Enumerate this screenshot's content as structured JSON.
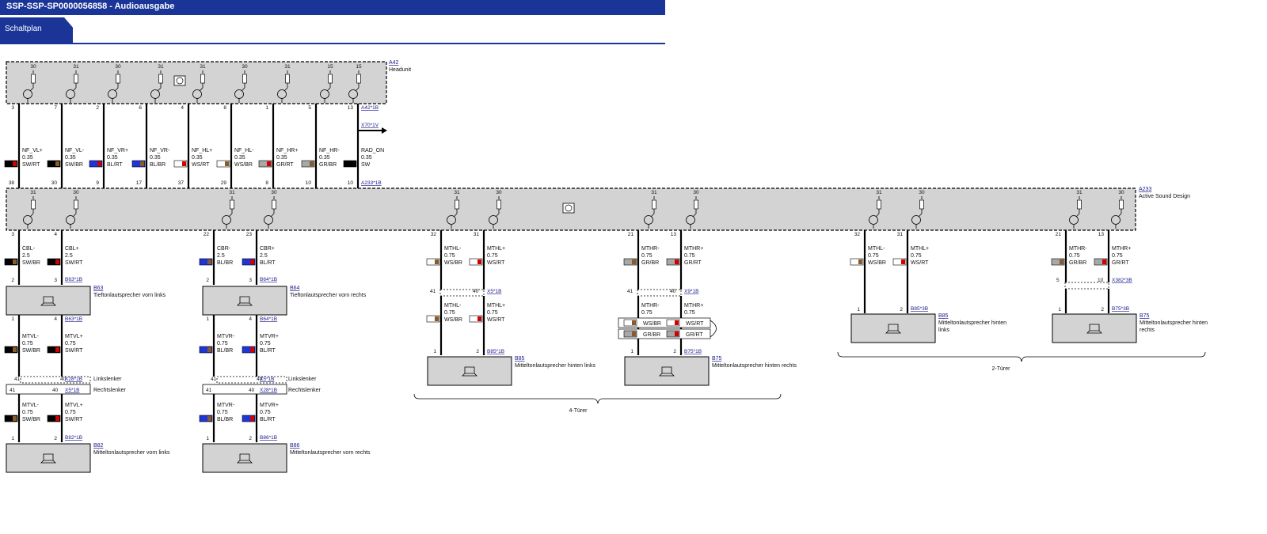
{
  "window": {
    "title": "SSP-SSP-SP0000056858  -  Audioausgabe",
    "tab": "Schaltplan"
  },
  "colors": {
    "brand": "#1a3597",
    "box_fill": "#d3d3d3",
    "link": "#1a1a8c"
  },
  "headunit": {
    "id": "A42",
    "name": "Headunit",
    "pin_numbers": [
      "30",
      "31",
      "30",
      "31",
      "31",
      "30",
      "31",
      "15"
    ],
    "wire_top_pins": [
      "3",
      "7",
      "2",
      "6",
      "4",
      "8",
      "1",
      "5",
      "13"
    ],
    "connector": "A42*1B",
    "arrow_connector": "X70*1V"
  },
  "headunit_wires": [
    {
      "signal": "NF_VL+",
      "size": "0.35",
      "color": "SW/RT",
      "bottom_pin": "38"
    },
    {
      "signal": "NF_VL-",
      "size": "0.35",
      "color": "SW/BR",
      "bottom_pin": "30"
    },
    {
      "signal": "NF_VR+",
      "size": "0.35",
      "color": "BL/RT",
      "bottom_pin": "9"
    },
    {
      "signal": "NF_VR-",
      "size": "0.35",
      "color": "BL/BR",
      "bottom_pin": "17"
    },
    {
      "signal": "NF_HL+",
      "size": "0.35",
      "color": "WS/RT",
      "bottom_pin": "37"
    },
    {
      "signal": "NF_HL-",
      "size": "0.35",
      "color": "WS/BR",
      "bottom_pin": "29"
    },
    {
      "signal": "NF_HR+",
      "size": "0.35",
      "color": "GR/RT",
      "bottom_pin": "8"
    },
    {
      "signal": "NF_HR-",
      "size": "0.35",
      "color": "GR/BR",
      "bottom_pin": "10"
    },
    {
      "signal": "RAD_ON",
      "size": "0.35",
      "color": "SW",
      "bottom_pin": "10"
    }
  ],
  "asd": {
    "id": "A233",
    "name": "Active Sound Design",
    "top_connector": "A233*1B",
    "bottom_connector": "A233*1B",
    "pin_numbers": [
      "31",
      "30",
      "31",
      "30",
      "31",
      "30",
      "31",
      "30",
      "31",
      "30",
      "31",
      "30"
    ]
  },
  "groups": {
    "four_door": "4-Türer",
    "two_door": "2-Türer"
  },
  "labels": {
    "linkslenker": "Linkslenker",
    "rechtslenker": "Rechtslenker"
  },
  "columns": [
    {
      "asd_pins": [
        "3",
        "4"
      ],
      "wires1": [
        {
          "signal": "CBL-",
          "size": "2.5",
          "color": "SW/BR"
        },
        {
          "signal": "CBL+",
          "size": "2.5",
          "color": "SW/RT"
        }
      ],
      "conn1_pins": [
        "2",
        "3"
      ],
      "conn1": "B63*1B",
      "component1": {
        "id": "B63",
        "name": "Tieftonlautsprecher vorn links"
      },
      "conn2_pins": [
        "1",
        "4"
      ],
      "conn2": "B63*1B",
      "wires2": [
        {
          "signal": "MTVL-",
          "size": "0.75",
          "color": "SW/BR"
        },
        {
          "signal": "MTVL+",
          "size": "0.75",
          "color": "SW/RT"
        }
      ],
      "x_ll_pins": [
        "41",
        "40"
      ],
      "x_ll": "X28*1B",
      "x_rl_pins": [
        "41",
        "40"
      ],
      "x_rl": "X5*1B",
      "wires3": [
        {
          "signal": "MTVL-",
          "size": "0.75",
          "color": "SW/BR"
        },
        {
          "signal": "MTVL+",
          "size": "0.75",
          "color": "SW/RT"
        }
      ],
      "conn3_pins": [
        "1",
        "2"
      ],
      "conn3": "B82*1B",
      "component2": {
        "id": "B82",
        "name": "Mitteltonlautsprecher vorn links"
      }
    },
    {
      "asd_pins": [
        "22",
        "23"
      ],
      "wires1": [
        {
          "signal": "CBR-",
          "size": "2.5",
          "color": "BL/BR"
        },
        {
          "signal": "CBR+",
          "size": "2.5",
          "color": "BL/RT"
        }
      ],
      "conn1_pins": [
        "2",
        "3"
      ],
      "conn1": "B64*1B",
      "component1": {
        "id": "B64",
        "name": "Tieftonlautsprecher vorn rechts"
      },
      "conn2_pins": [
        "1",
        "4"
      ],
      "conn2": "B64*1B",
      "wires2": [
        {
          "signal": "MTVR-",
          "size": "0.75",
          "color": "BL/BR"
        },
        {
          "signal": "MTVR+",
          "size": "0.75",
          "color": "BL/RT"
        }
      ],
      "x_ll_pins": [
        "41",
        "40"
      ],
      "x_ll": "X5*1B",
      "x_rl_pins": [
        "41",
        "40"
      ],
      "x_rl": "X28*1B",
      "wires3": [
        {
          "signal": "MTVR-",
          "size": "0.75",
          "color": "BL/BR"
        },
        {
          "signal": "MTVR+",
          "size": "0.75",
          "color": "BL/RT"
        }
      ],
      "conn3_pins": [
        "1",
        "2"
      ],
      "conn3": "B86*1B",
      "component2": {
        "id": "B86",
        "name": "Mitteltonlautsprecher vorn rechts"
      }
    }
  ],
  "four_door_columns": [
    {
      "asd_pins": [
        "32",
        "31"
      ],
      "wires1": [
        {
          "signal": "MTHL-",
          "size": "0.75",
          "color": "WS/BR"
        },
        {
          "signal": "MTHL+",
          "size": "0.75",
          "color": "WS/RT"
        }
      ],
      "x_pins": [
        "41",
        "40"
      ],
      "x_conn": "X5*1B",
      "wires2": [
        {
          "signal": "MTHL-",
          "size": "0.75",
          "color": "WS/BR"
        },
        {
          "signal": "MTHL+",
          "size": "0.75",
          "color": "WS/RT"
        }
      ],
      "conn_pins": [
        "1",
        "2"
      ],
      "conn": "B85*1B",
      "component": {
        "id": "B85",
        "name": "Mitteltonlautsprecher hinten links"
      }
    },
    {
      "asd_pins": [
        "21",
        "13"
      ],
      "wires1": [
        {
          "signal": "MTHR-",
          "size": "0.75",
          "color": "GR/BR"
        },
        {
          "signal": "MTHR+",
          "size": "0.75",
          "color": "GR/RT"
        }
      ],
      "x_pins": [
        "41",
        "40"
      ],
      "x_conn": "X9*1B",
      "wires2": [
        {
          "signal": "MTHR-",
          "size": "0.75",
          "color": "WS/BR"
        },
        {
          "signal": "MTHR+",
          "size": "0.75",
          "color": "WS/RT"
        }
      ],
      "alt_colors": [
        "GR/BR",
        "GR/RT"
      ],
      "conn_pins": [
        "1",
        "2"
      ],
      "conn": "B75*1B",
      "component": {
        "id": "B75",
        "name": "Mitteltonlautsprecher hinten rechts"
      }
    }
  ],
  "two_door_columns": [
    {
      "asd_pins": [
        "32",
        "31"
      ],
      "wires1": [
        {
          "signal": "MTHL-",
          "size": "0.75",
          "color": "WS/BR"
        },
        {
          "signal": "MTHL+",
          "size": "0.75",
          "color": "WS/RT"
        }
      ],
      "conn_pins": [
        "1",
        "2"
      ],
      "conn": "B85*3B",
      "component": {
        "id": "B85",
        "name": "Mitteltonlautsprecher hinten links"
      }
    },
    {
      "asd_pins": [
        "21",
        "13"
      ],
      "wires1": [
        {
          "signal": "MTHR-",
          "size": "0.75",
          "color": "GR/BR"
        },
        {
          "signal": "MTHR+",
          "size": "0.75",
          "color": "GR/RT"
        }
      ],
      "x_pins": [
        "5",
        "10"
      ],
      "x_conn": "X382*3B",
      "conn_pins": [
        "1",
        "2"
      ],
      "conn": "B75*3B",
      "component": {
        "id": "B75",
        "name": "Mitteltonlautsprecher hinten rechts"
      }
    }
  ]
}
